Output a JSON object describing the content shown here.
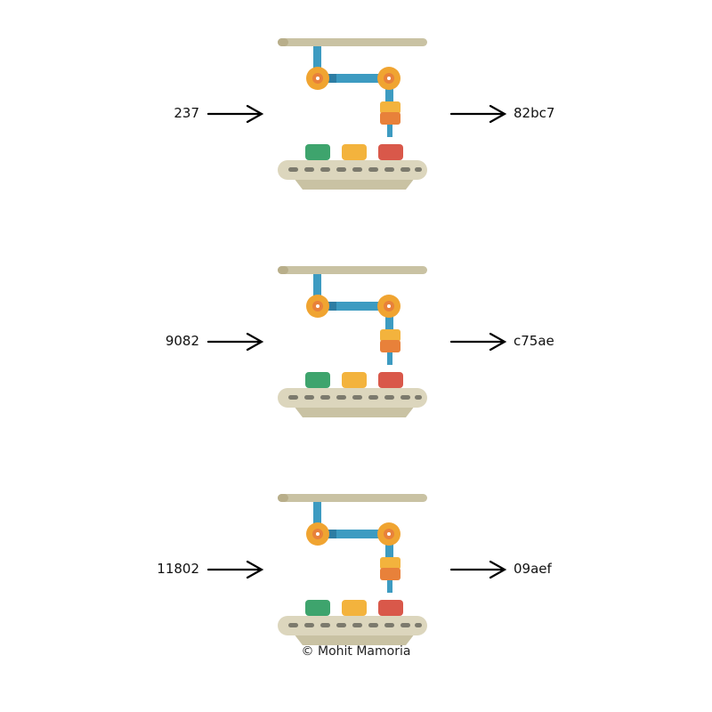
{
  "rows": [
    {
      "input": "237",
      "output": "82bc7"
    },
    {
      "input": "9082",
      "output": "c75ae"
    },
    {
      "input": "11802",
      "output": "09aef"
    }
  ],
  "icons": {
    "arrow": "right-arrow-icon",
    "machine": "robotic-arm-conveyor-icon"
  },
  "colors": {
    "rail": "#c9c2a3",
    "arm": "#3d9bc1",
    "joint": "#f0a431",
    "gripper_top": "#f3b33d",
    "gripper_bottom": "#e8813a",
    "box_green": "#3ea46d",
    "box_yellow": "#f3b33d",
    "box_red": "#d9584a",
    "belt": "#dcd6bd",
    "belt_dash": "#7c7a6d"
  },
  "credit": "© Mohit Mamoria"
}
